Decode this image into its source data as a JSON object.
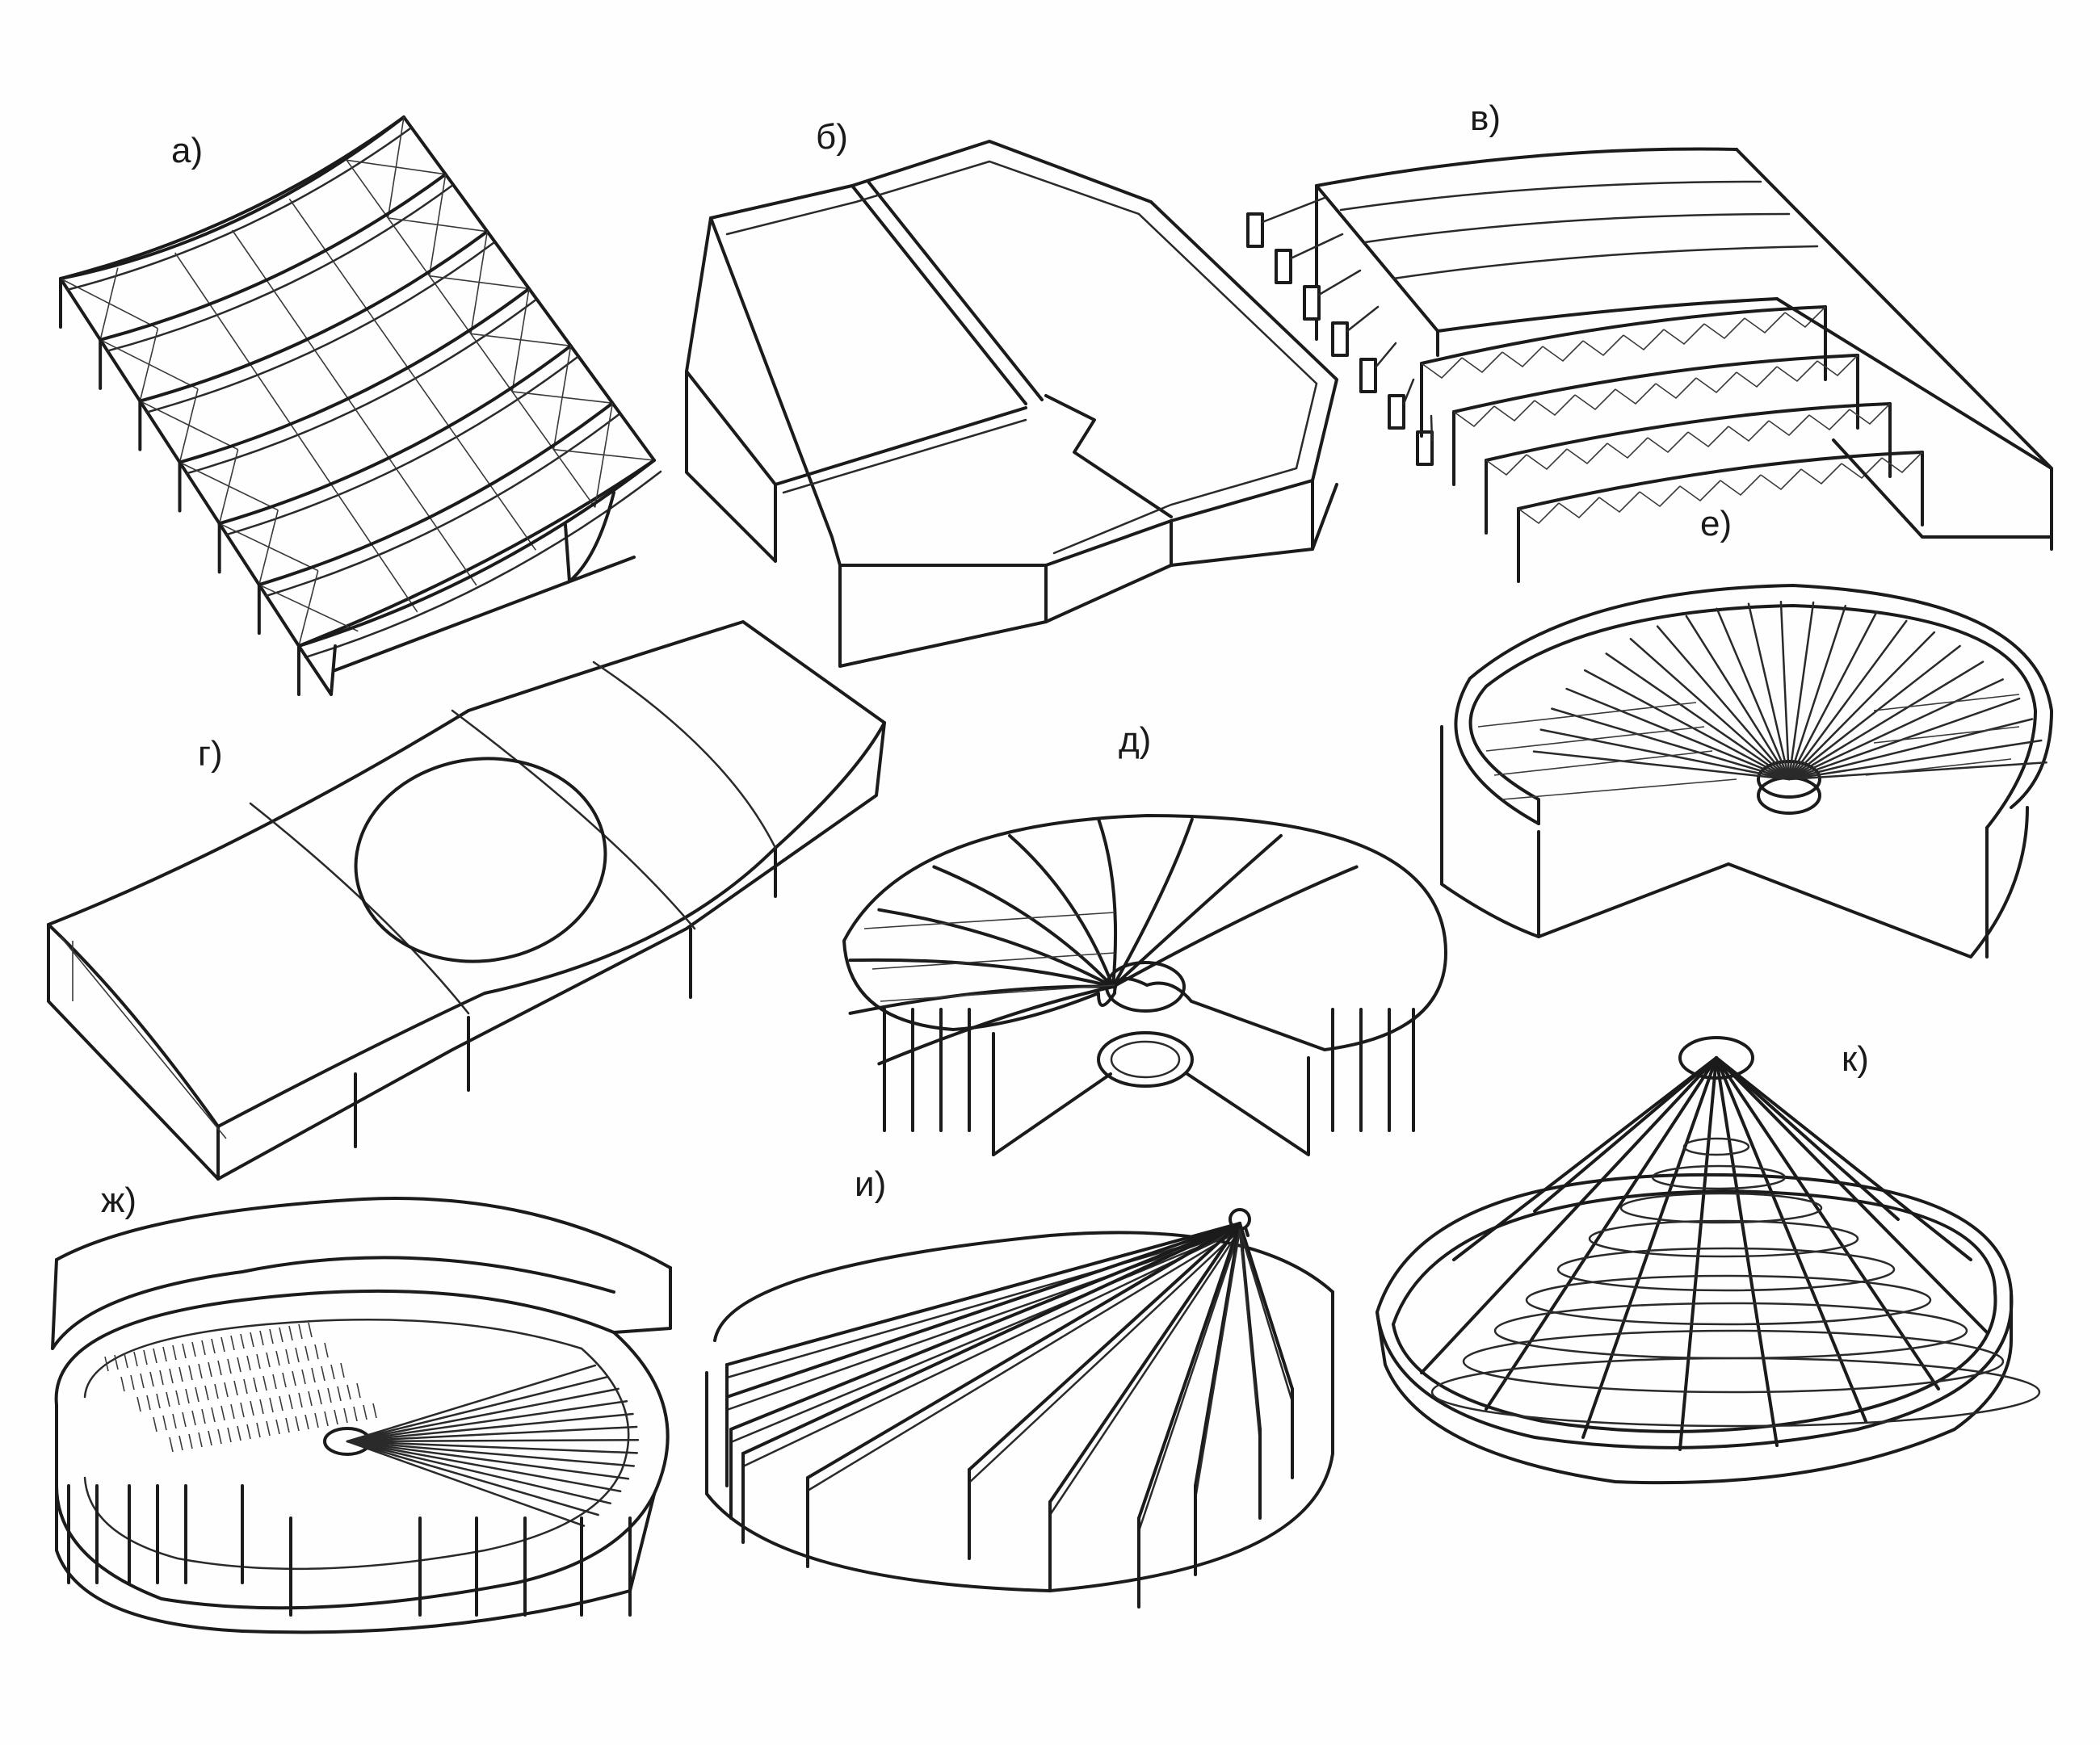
{
  "figure": {
    "labels": {
      "a": "а)",
      "b": "б)",
      "v": "в)",
      "g": "г)",
      "d": "д)",
      "e": "е)",
      "zh": "ж)",
      "i": "и)",
      "k": "к)"
    }
  }
}
